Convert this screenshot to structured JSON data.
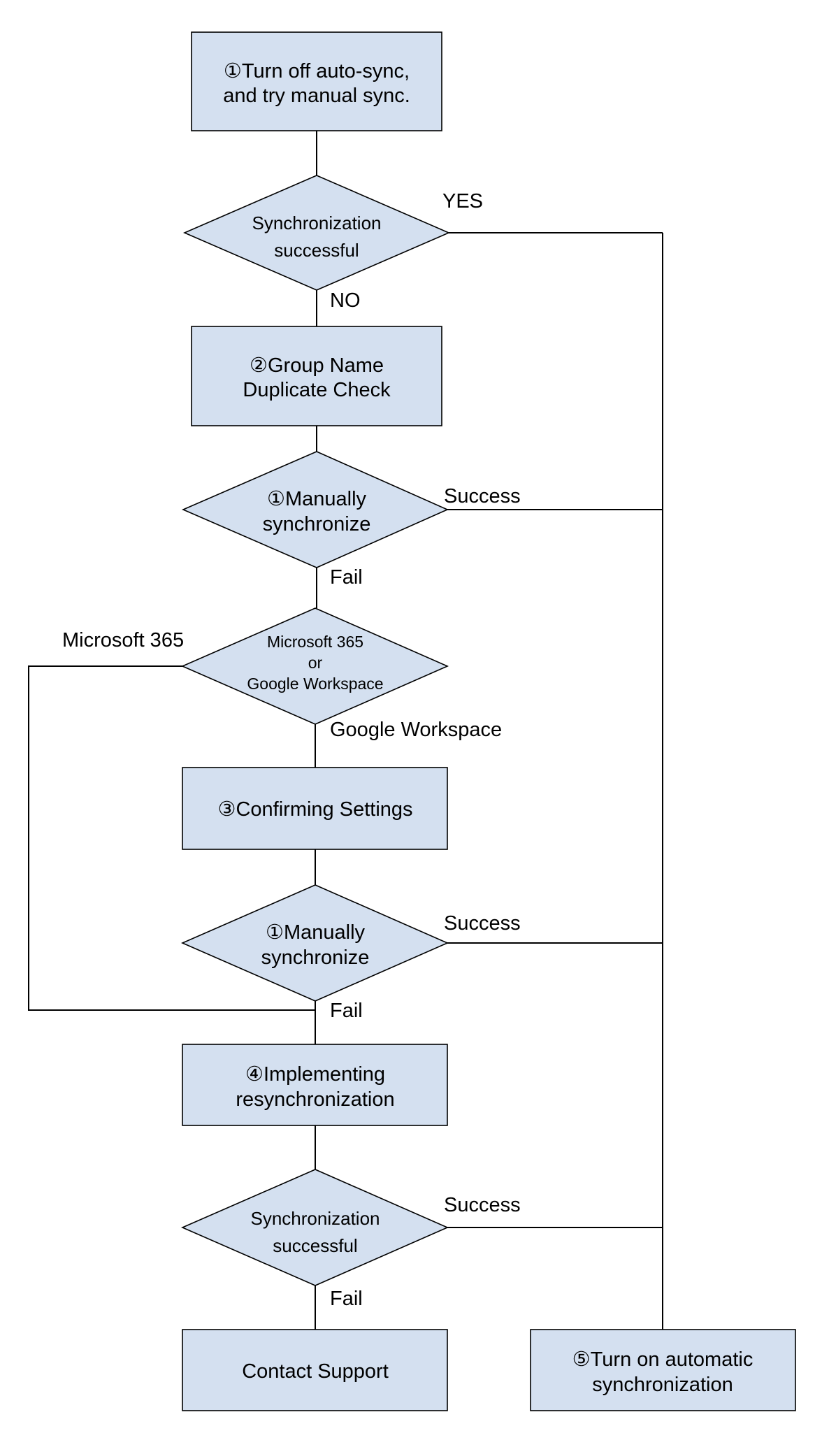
{
  "colors": {
    "node_fill": "#d4e0f0",
    "stroke": "#000000",
    "background": "#ffffff"
  },
  "nodes": {
    "step1": {
      "line1": "①Turn off auto-sync,",
      "line2": "and try manual sync."
    },
    "decision1": {
      "line1": "Synchronization",
      "line2": "successful"
    },
    "step2": {
      "line1": "②Group Name",
      "line2": "Duplicate Check"
    },
    "decision2": {
      "line1": "①Manually",
      "line2": "synchronize"
    },
    "decision3": {
      "line1": "Microsoft 365",
      "line2": "or",
      "line3": "Google Workspace"
    },
    "step3": {
      "line1": "③Confirming Settings"
    },
    "decision4": {
      "line1": "①Manually",
      "line2": "synchronize"
    },
    "step4": {
      "line1": "④Implementing",
      "line2": "resynchronization"
    },
    "decision5": {
      "line1": "Synchronization",
      "line2": "successful"
    },
    "contact": {
      "line1": "Contact Support"
    },
    "step5": {
      "line1": "⑤Turn on automatic",
      "line2": "synchronization"
    }
  },
  "edge_labels": {
    "d1_yes": "YES",
    "d1_no": "NO",
    "d2_success": "Success",
    "d2_fail": "Fail",
    "d3_ms": "Microsoft 365",
    "d3_google": "Google Workspace",
    "d4_success": "Success",
    "d4_fail": "Fail",
    "d5_success": "Success",
    "d5_fail": "Fail"
  }
}
